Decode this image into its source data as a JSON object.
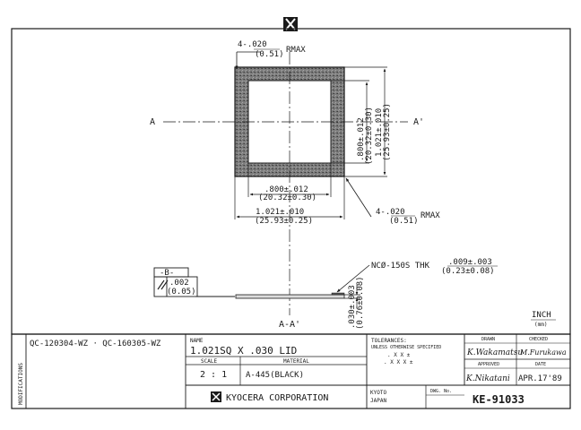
{
  "drawing": {
    "dim_corner_radius_top": "4-.020",
    "dim_corner_radius_top_mm": "(0.51)",
    "dim_corner_radius_top_suffix": "RMAX",
    "dim_corner_radius_bottom": "4-.020",
    "dim_corner_radius_bottom_mm": "(0.51)",
    "dim_corner_radius_bottom_suffix": "RMAX",
    "section_left": "A",
    "section_right": "A'",
    "section_view_label": "A-A'",
    "dim_inner_vertical": ".800±.012",
    "dim_inner_vertical_mm": "(20.32±0.30)",
    "dim_outer_vertical": "1.021±.010",
    "dim_outer_vertical_mm": "(25.93±0.25)",
    "dim_inner_horizontal": ".800±.012",
    "dim_inner_horizontal_mm": "(20.32±0.30)",
    "dim_outer_horizontal": "1.021±.010",
    "dim_outer_horizontal_mm": "(25.93±0.25)",
    "seal_label": "NCØ-150S THK",
    "seal_thk": ".009±.003",
    "seal_thk_mm": "(0.23±0.08)",
    "datum_label": "-B-",
    "flatness": ".002",
    "flatness_mm": "(0.05)",
    "lid_thk": ".030±.003",
    "lid_thk_mm": "(0.76±0.08)",
    "units_label": "INCH",
    "units_sub": "(mm)"
  },
  "title_block": {
    "modifications_label": "MODIFICATIONS",
    "modifications_text": "QC-120304-WZ · QC-160305-WZ",
    "name_label": "NAME",
    "name_value": "1.021SQ X .030 LID",
    "scale_label": "SCALE",
    "scale_value": "2 : 1",
    "material_label": "MATERIAL",
    "material_value": "A-445(BLACK)",
    "tolerances_label": "TOLERANCES:",
    "tolerances_note": "UNLESS OTHERWISE SPECIFIED",
    "tol_line1": ". X X   ±",
    "tol_line2": ". X X X   ±",
    "company": "KYOCERA CORPORATION",
    "city": "KYOTO",
    "country": "JAPAN",
    "dwg_no_label": "DWG. No.",
    "dwg_no": "KE-91033",
    "drawn_label": "DRAWN",
    "checked_label": "CHECKED",
    "approved_label": "APPROVED",
    "date_label": "DATE",
    "drawn_sig": "K.Wakamatsu",
    "checked_sig": "M.Furukawa",
    "approved_sig": "K.Nikatani",
    "date_value": "APR.17'89"
  }
}
